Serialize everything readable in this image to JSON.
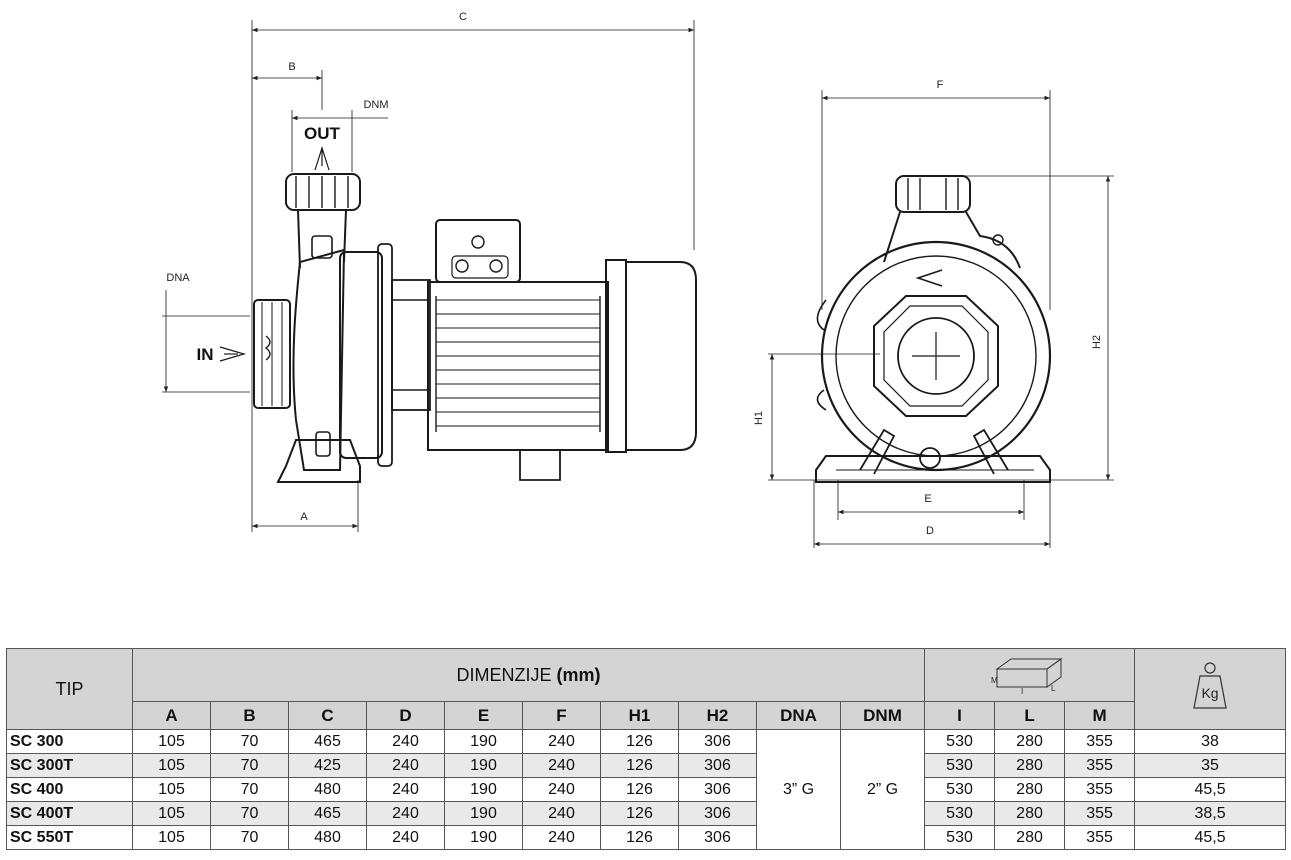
{
  "drawing": {
    "side_view": {
      "dims": {
        "c": "C",
        "b": "B",
        "dnm": "DNM",
        "dna": "DNA",
        "a": "A"
      },
      "out_label": "OUT",
      "in_label": "IN"
    },
    "front_view": {
      "dims": {
        "f": "F",
        "h2": "H2",
        "h1": "H1",
        "e": "E",
        "d": "D"
      }
    }
  },
  "table": {
    "tip_header": "TIP",
    "dim_header_main": "DIMENZIJE",
    "dim_header_unit": "(mm)",
    "columns": [
      "A",
      "B",
      "C",
      "D",
      "E",
      "F",
      "H1",
      "H2",
      "DNA",
      "DNM"
    ],
    "pack_columns": [
      "I",
      "L",
      "M"
    ],
    "pack_icon_labels": {
      "m": "M",
      "i": "I",
      "l": "L"
    },
    "weight_icon_label": "Kg",
    "dna_value": "3” G",
    "dnm_value": "2” G",
    "rows": [
      {
        "model": "SC 300",
        "a": "105",
        "b": "70",
        "c": "465",
        "d": "240",
        "e": "190",
        "f": "240",
        "h1": "126",
        "h2": "306",
        "i": "530",
        "l": "280",
        "m": "355",
        "kg": "38"
      },
      {
        "model": "SC 300T",
        "a": "105",
        "b": "70",
        "c": "425",
        "d": "240",
        "e": "190",
        "f": "240",
        "h1": "126",
        "h2": "306",
        "i": "530",
        "l": "280",
        "m": "355",
        "kg": "35"
      },
      {
        "model": "SC 400",
        "a": "105",
        "b": "70",
        "c": "480",
        "d": "240",
        "e": "190",
        "f": "240",
        "h1": "126",
        "h2": "306",
        "i": "530",
        "l": "280",
        "m": "355",
        "kg": "45,5"
      },
      {
        "model": "SC 400T",
        "a": "105",
        "b": "70",
        "c": "465",
        "d": "240",
        "e": "190",
        "f": "240",
        "h1": "126",
        "h2": "306",
        "i": "530",
        "l": "280",
        "m": "355",
        "kg": "38,5"
      },
      {
        "model": "SC 550T",
        "a": "105",
        "b": "70",
        "c": "480",
        "d": "240",
        "e": "190",
        "f": "240",
        "h1": "126",
        "h2": "306",
        "i": "530",
        "l": "280",
        "m": "355",
        "kg": "45,5"
      }
    ]
  }
}
